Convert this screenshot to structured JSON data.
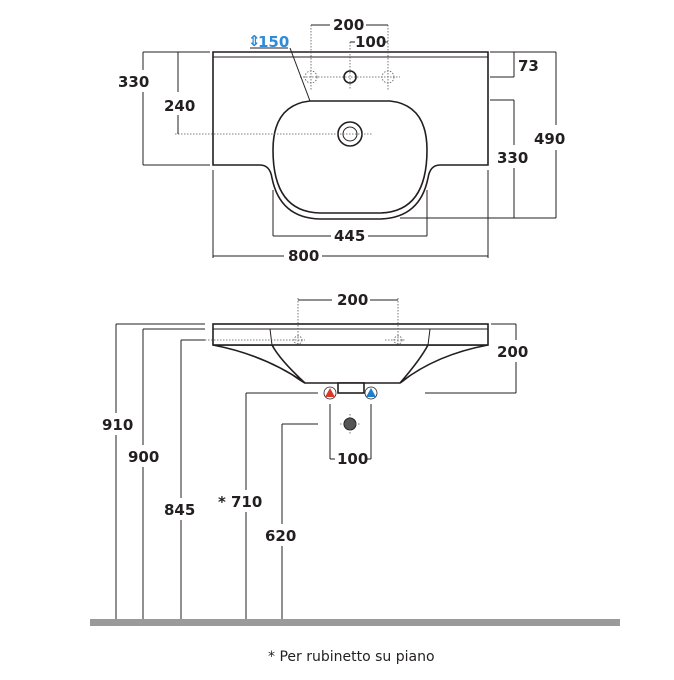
{
  "top_view": {
    "dim_150": "150",
    "dim_200": "200",
    "dim_100": "100",
    "dim_330_left": "330",
    "dim_240": "240",
    "dim_73": "73",
    "dim_490": "490",
    "dim_330_right": "330",
    "dim_445": "445",
    "dim_800": "800"
  },
  "front_view": {
    "dim_200_top": "200",
    "dim_200_right": "200",
    "dim_100": "100",
    "dim_910": "910",
    "dim_900": "900",
    "dim_845": "845",
    "dim_710": "710",
    "dim_710_marker": "*",
    "dim_620": "620"
  },
  "colors": {
    "hot": "#d9392b",
    "cold": "#1f7fcf",
    "accent_blue": "#2e8bd8",
    "floor": "#9a9a9a"
  },
  "footnote": "* Per rubinetto su piano"
}
